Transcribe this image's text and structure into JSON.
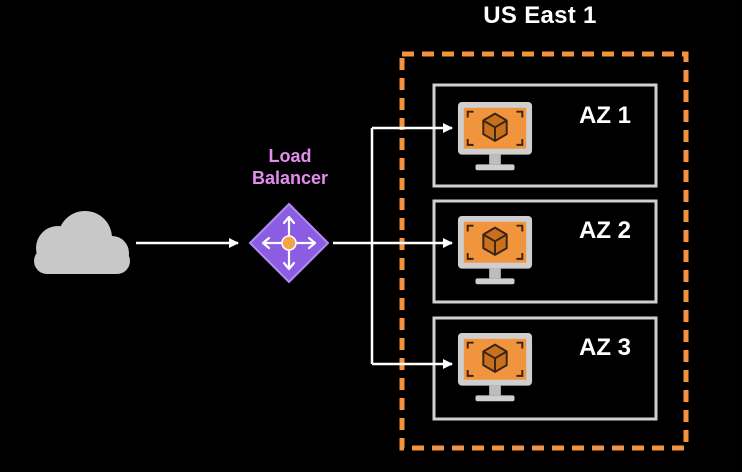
{
  "region": {
    "title": "US East 1",
    "border_color": "#f5923e"
  },
  "load_balancer": {
    "label_line1": "Load",
    "label_line2": "Balancer",
    "icon": "load-balancer-icon",
    "label_color": "#e58cf0",
    "fill_color": "#8c5ce3",
    "hub_color": "#f5a24b"
  },
  "client": {
    "icon": "cloud-icon",
    "color": "#c8c8c8"
  },
  "zones": [
    {
      "label": "AZ 1",
      "icon": "ec2-instance-icon"
    },
    {
      "label": "AZ 2",
      "icon": "ec2-instance-icon"
    },
    {
      "label": "AZ 3",
      "icon": "ec2-instance-icon"
    }
  ],
  "instance_color": "#f0953d"
}
